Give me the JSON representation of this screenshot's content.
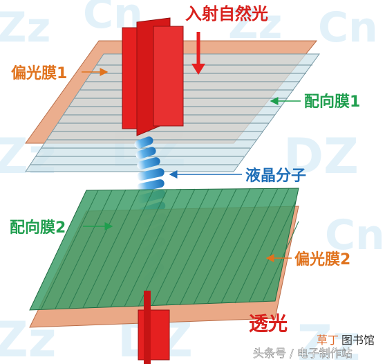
{
  "labels": {
    "incident_light": "入射自然光",
    "polarizer_1": "偏光膜1",
    "alignment_film_1": "配向膜1",
    "liquid_crystal_molecules": "液晶分子",
    "alignment_film_2": "配向膜2",
    "polarizer_2": "偏光膜2",
    "transmitted_light": "透光"
  },
  "watermark": {
    "source": "头条号 / 电子制作站",
    "brand_a": "草丁",
    "brand_b": "图书馆"
  },
  "colors": {
    "polarizer": "#e8a07a",
    "alignment_film_1": "#cfe3ea",
    "alignment_film_2": "#3f9e6a",
    "light": "#e52020",
    "molecule": "#1e86d0",
    "label_orange": "#e0731e",
    "label_green": "#1f9e4e",
    "label_blue": "#1f6fb8",
    "label_red": "#d8201c"
  }
}
